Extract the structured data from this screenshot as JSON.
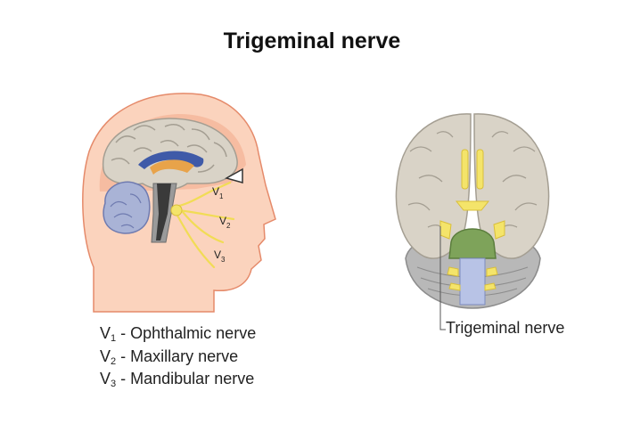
{
  "title": "Trigeminal nerve",
  "head_labels": {
    "v1_letter": "V",
    "v1_sub": "1",
    "v2_letter": "V",
    "v2_sub": "2",
    "v3_letter": "V",
    "v3_sub": "3"
  },
  "legend": [
    {
      "letter": "V",
      "sub": "1",
      "text": " - Ophthalmic nerve"
    },
    {
      "letter": "V",
      "sub": "2",
      "text": " - Maxillary nerve"
    },
    {
      "letter": "V",
      "sub": "3",
      "text": " - Mandibular nerve"
    }
  ],
  "brain_callout": "Trigeminal nerve",
  "colors": {
    "skin": "#fbd3bd",
    "skin_outline": "#e58a6a",
    "brain": "#d9d3c7",
    "brain_outline": "#a49e92",
    "nerve": "#f4e46a",
    "brainstem_green": "#7ea35a",
    "cerebellum_blue": "#a9b3d6",
    "cerebellum_gray": "#b8b8b8"
  }
}
